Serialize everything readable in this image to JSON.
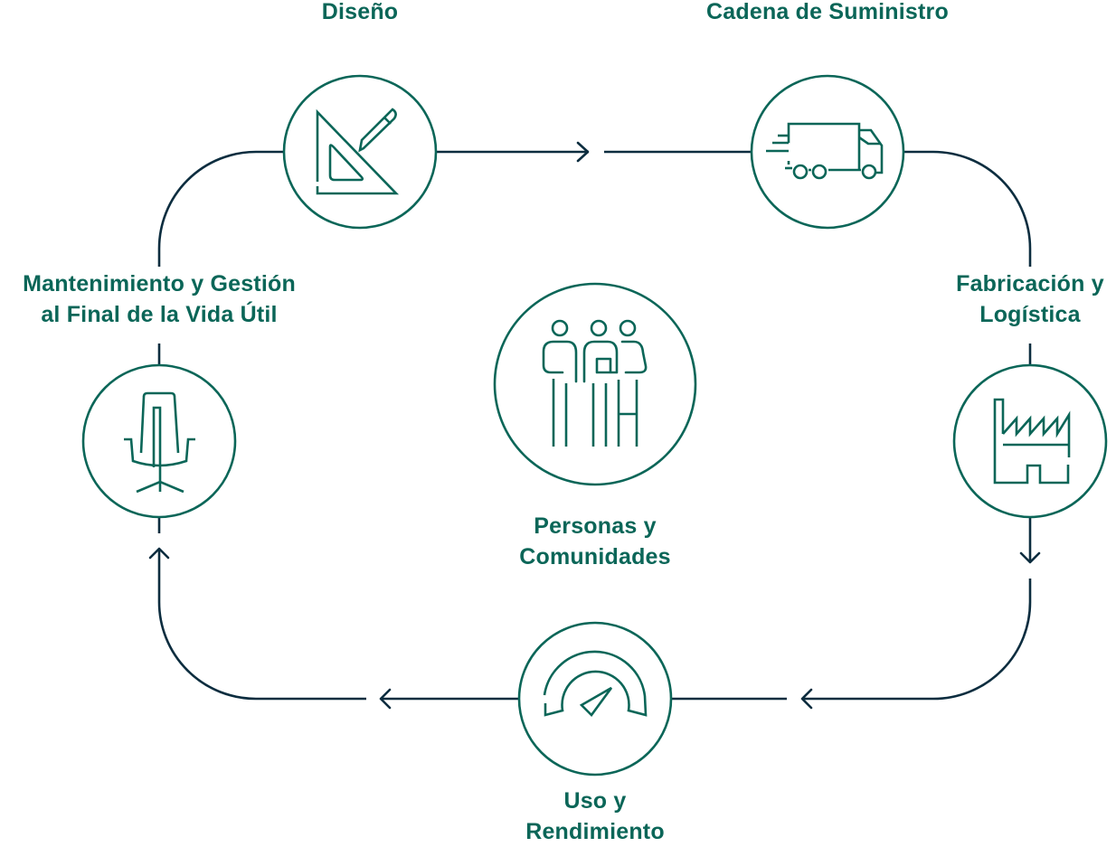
{
  "diagram": {
    "title": "Ciclo de vida del producto",
    "colors": {
      "accent": "#0b6658",
      "connector": "#0c2d3f",
      "background": "#ffffff"
    },
    "stages": [
      {
        "id": "design",
        "lines": [
          "Diseño"
        ],
        "icon": "set-square-pencil-icon"
      },
      {
        "id": "supply",
        "lines": [
          "Cadena de Suministro"
        ],
        "icon": "delivery-truck-icon"
      },
      {
        "id": "manufacturing",
        "lines": [
          "Fabricación y",
          "Logística"
        ],
        "icon": "factory-icon"
      },
      {
        "id": "use",
        "lines": [
          "Uso y",
          "Rendimiento"
        ],
        "icon": "speedometer-gauge-icon"
      },
      {
        "id": "maintenance",
        "lines": [
          "Mantenimiento y Gestión",
          "al Final de la Vida Útil"
        ],
        "icon": "office-chair-icon"
      }
    ],
    "center": {
      "id": "people",
      "lines": [
        "Personas y",
        "Comunidades"
      ],
      "icon": "people-group-icon"
    },
    "flow": [
      {
        "from": "design",
        "to": "supply",
        "direction": "right"
      },
      {
        "from": "supply",
        "to": "manufacturing",
        "direction": "down"
      },
      {
        "from": "manufacturing",
        "to": "use",
        "direction": "left"
      },
      {
        "from": "use",
        "to": "maintenance",
        "direction": "left-up"
      },
      {
        "from": "maintenance",
        "to": "design",
        "direction": "up"
      }
    ]
  }
}
